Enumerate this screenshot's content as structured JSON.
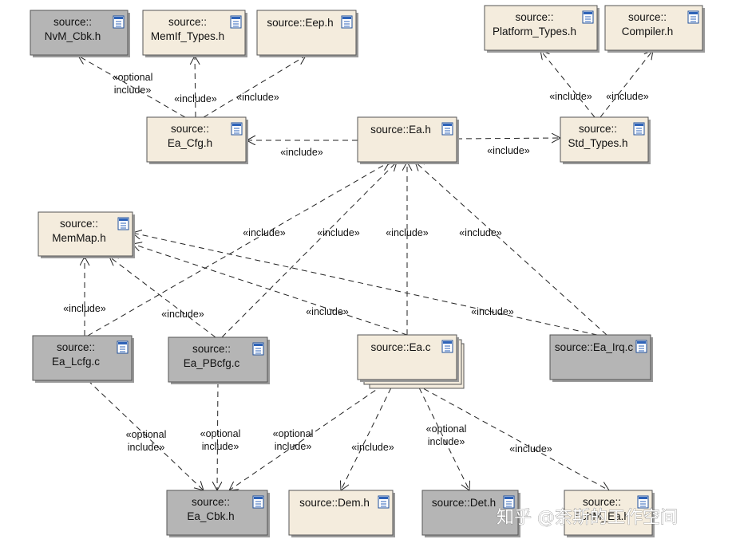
{
  "nodes": [
    {
      "id": "nvm_cbk",
      "lines": [
        "source::",
        "NvM_Cbk.h"
      ],
      "fill": "grey"
    },
    {
      "id": "memif_types",
      "lines": [
        "source::",
        "MemIf_Types.h"
      ],
      "fill": "light"
    },
    {
      "id": "eep",
      "lines": [
        "source::Eep.h"
      ],
      "fill": "light"
    },
    {
      "id": "platform_types",
      "lines": [
        "source::",
        "Platform_Types.h"
      ],
      "fill": "light"
    },
    {
      "id": "compiler",
      "lines": [
        "source::",
        "Compiler.h"
      ],
      "fill": "light"
    },
    {
      "id": "ea_cfg",
      "lines": [
        "source::",
        "Ea_Cfg.h"
      ],
      "fill": "light"
    },
    {
      "id": "ea_h",
      "lines": [
        "source::Ea.h"
      ],
      "fill": "light"
    },
    {
      "id": "std_types",
      "lines": [
        "source::",
        "Std_Types.h"
      ],
      "fill": "light"
    },
    {
      "id": "memmap",
      "lines": [
        "source::",
        "MemMap.h"
      ],
      "fill": "light"
    },
    {
      "id": "ea_lcfg",
      "lines": [
        "source::",
        "Ea_Lcfg.c"
      ],
      "fill": "grey"
    },
    {
      "id": "ea_pbcfg",
      "lines": [
        "source::",
        "Ea_PBcfg.c"
      ],
      "fill": "grey"
    },
    {
      "id": "ea_c",
      "lines": [
        "source::Ea.c"
      ],
      "fill": "light",
      "stacked": true
    },
    {
      "id": "ea_irq",
      "lines": [
        "source::Ea_Irq.c"
      ],
      "fill": "grey"
    },
    {
      "id": "ea_cbk",
      "lines": [
        "source::",
        "Ea_Cbk.h"
      ],
      "fill": "grey"
    },
    {
      "id": "dem",
      "lines": [
        "source::Dem.h"
      ],
      "fill": "light"
    },
    {
      "id": "det",
      "lines": [
        "source::Det.h"
      ],
      "fill": "grey"
    },
    {
      "id": "schm_ea",
      "lines": [
        "source::",
        "SchM_Ea.h"
      ],
      "fill": "light"
    }
  ],
  "edges": [
    {
      "from": "ea_cfg",
      "to": "nvm_cbk",
      "label": [
        "«optional",
        "include»"
      ]
    },
    {
      "from": "ea_cfg",
      "to": "memif_types",
      "label": [
        "«include»"
      ]
    },
    {
      "from": "ea_cfg",
      "to": "eep",
      "label": [
        "«include»"
      ]
    },
    {
      "from": "ea_h",
      "to": "ea_cfg",
      "label": [
        "«include»"
      ]
    },
    {
      "from": "ea_h",
      "to": "std_types",
      "label": [
        "«include»"
      ]
    },
    {
      "from": "std_types",
      "to": "platform_types",
      "label": [
        "«include»"
      ]
    },
    {
      "from": "std_types",
      "to": "compiler",
      "label": [
        "«include»"
      ]
    },
    {
      "from": "ea_lcfg",
      "to": "ea_h",
      "label": [
        "«include»"
      ]
    },
    {
      "from": "ea_pbcfg",
      "to": "ea_h",
      "label": [
        "«include»"
      ]
    },
    {
      "from": "ea_c",
      "to": "ea_h",
      "label": [
        "«include»"
      ]
    },
    {
      "from": "ea_irq",
      "to": "ea_h",
      "label": [
        "«include»"
      ]
    },
    {
      "from": "ea_lcfg",
      "to": "memmap",
      "label": [
        "«include»"
      ]
    },
    {
      "from": "ea_pbcfg",
      "to": "memmap",
      "label": [
        "«include»"
      ]
    },
    {
      "from": "ea_c",
      "to": "memmap",
      "label": [
        "«include»"
      ]
    },
    {
      "from": "ea_irq",
      "to": "memmap",
      "label": [
        "«include»"
      ]
    },
    {
      "from": "ea_lcfg",
      "to": "ea_cbk",
      "label": [
        "«optional",
        "include»"
      ]
    },
    {
      "from": "ea_pbcfg",
      "to": "ea_cbk",
      "label": [
        "«optional",
        "include»"
      ]
    },
    {
      "from": "ea_c",
      "to": "ea_cbk",
      "label": [
        "«optional",
        "include»"
      ]
    },
    {
      "from": "ea_c",
      "to": "dem",
      "label": [
        "«include»"
      ]
    },
    {
      "from": "ea_c",
      "to": "det",
      "label": [
        "«optional",
        "include»"
      ]
    },
    {
      "from": "ea_c",
      "to": "schm_ea",
      "label": [
        "«include»"
      ]
    }
  ],
  "watermark": "知乎 @奈斯的工作空间",
  "colors": {
    "light_fill": "#f4ecdd",
    "grey_fill": "#b5b5b5",
    "border": "#555555",
    "icon": "#2e63b8"
  }
}
